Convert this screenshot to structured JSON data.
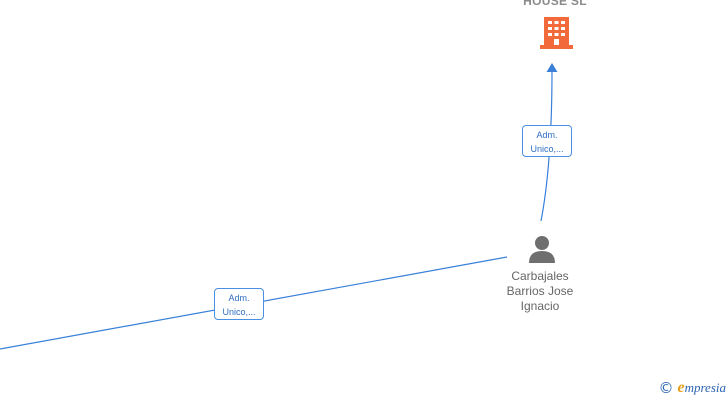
{
  "graph": {
    "company": {
      "name": "HOUSE SL",
      "icon": "building-icon",
      "color": "#f26a3c"
    },
    "person": {
      "name_lines": [
        "Carbajales",
        "Barrios Jose",
        "Ignacio"
      ],
      "icon": "person-icon",
      "color": "#6f6f6f"
    },
    "edges": [
      {
        "label_lines": [
          "Adm.",
          "Unico,..."
        ]
      },
      {
        "label_lines": [
          "Adm.",
          "Unico,..."
        ]
      }
    ],
    "edge_color": "#3a80d9"
  },
  "footer": {
    "copyright_symbol": "©",
    "brand_first": "e",
    "brand_rest": "mpresia"
  }
}
